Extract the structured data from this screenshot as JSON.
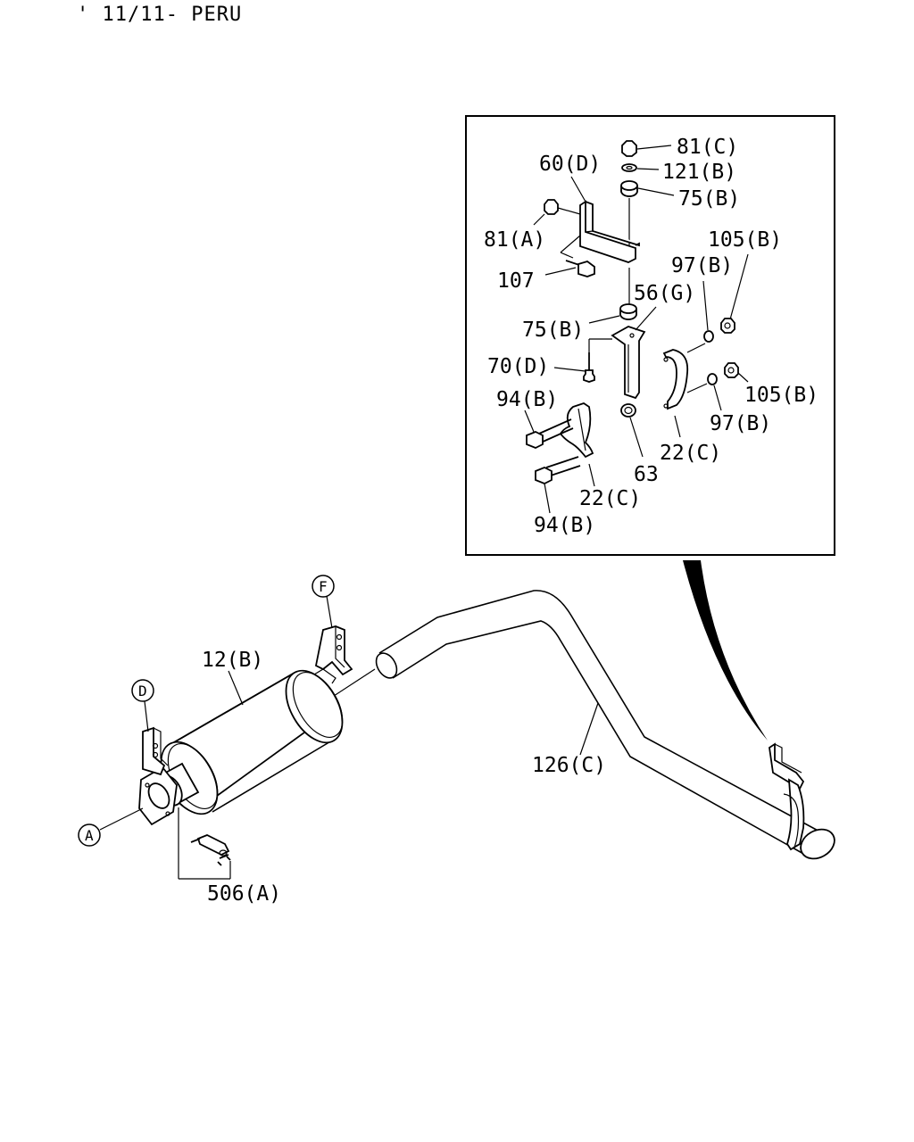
{
  "header": {
    "text": "' 11/11- PERU"
  },
  "inset_labels": {
    "l81c": "81(C)",
    "l121b": "121(B)",
    "l75b_top": "75(B)",
    "l60d": "60(D)",
    "l81a": "81(A)",
    "l105b_top": "105(B)",
    "l97b_top": "97(B)",
    "l107": "107",
    "l56g": "56(G)",
    "l75b_mid": "75(B)",
    "l70d": "70(D)",
    "l105b_mid": "105(B)",
    "l94b_top": "94(B)",
    "l97b_mid": "97(B)",
    "l22c_right": "22(C)",
    "l63": "63",
    "l22c_left": "22(C)",
    "l94b_bottom": "94(B)"
  },
  "main_labels": {
    "l12b": "12(B)",
    "l126c": "126(C)",
    "l506a": "506(A)"
  },
  "ref_circles": {
    "a": "A",
    "d": "D",
    "f": "F"
  },
  "colors": {
    "line": "#000000",
    "background": "#ffffff"
  }
}
